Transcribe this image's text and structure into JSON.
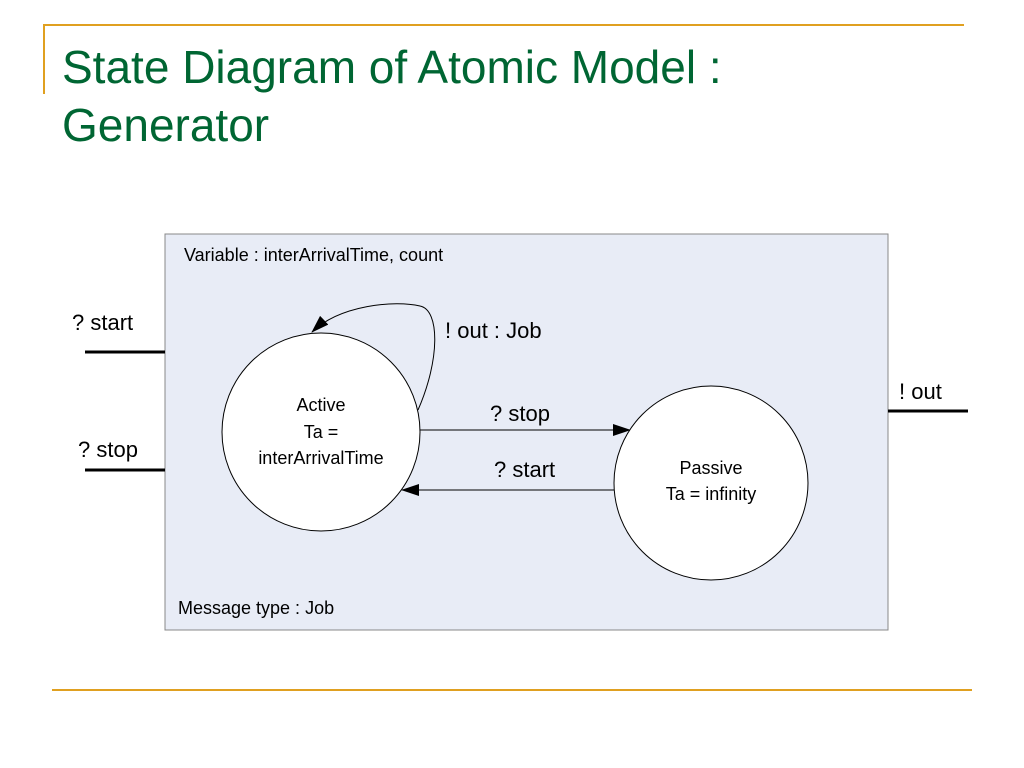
{
  "slide": {
    "title_line1": "State Diagram of Atomic Model :",
    "title_line2": "Generator"
  },
  "diagram": {
    "variable_label": "Variable : interArrivalTime, count",
    "message_type_label": "Message type : Job",
    "ports": {
      "input_start": "? start",
      "input_stop": "? stop",
      "output_out": "! out"
    },
    "states": {
      "active": {
        "name": "Active",
        "ta_line1": "Ta =",
        "ta_line2": "interArrivalTime"
      },
      "passive": {
        "name": "Passive",
        "ta": "Ta = infinity"
      }
    },
    "transitions": {
      "self_loop_label": "! out : Job",
      "active_to_passive": "? stop",
      "passive_to_active": "? start"
    }
  },
  "colors": {
    "title": "#006633",
    "accent_rule": "#e0a020",
    "model_box_fill": "#e8ecf6",
    "model_box_stroke": "#888888"
  }
}
